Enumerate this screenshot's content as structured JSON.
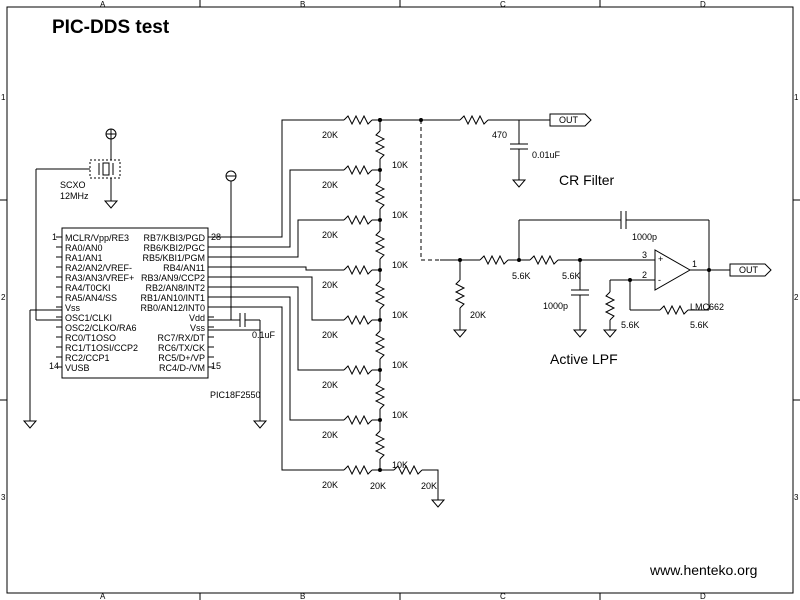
{
  "title": "PIC-DDS test",
  "credit": "www.henteko.org",
  "frame": {
    "cols": [
      "A",
      "B",
      "C",
      "D"
    ],
    "rows": [
      "1",
      "2",
      "3"
    ]
  },
  "mcu": {
    "part": "PIC18F2550",
    "pin1": "1",
    "pin28": "28",
    "pin14": "14",
    "pin15": "15",
    "left_pins": [
      "MCLR/Vpp/RE3",
      "RA0/AN0",
      "RA1/AN1",
      "RA2/AN2/VREF-",
      "RA3/AN3/VREF+",
      "RA4/T0CKI",
      "RA5/AN4/SS",
      "Vss",
      "OSC1/CLKI",
      "OSC2/CLKO/RA6",
      "RC0/T1OSO",
      "RC1/T1OSI/CCP2",
      "RC2/CCP1",
      "VUSB"
    ],
    "right_pins": [
      "RB7/KBI3/PGD",
      "RB6/KBI2/PGC",
      "RB5/KBI1/PGM",
      "RB4/AN11",
      "RB3/AN9/CCP2",
      "RB2/AN8/INT2",
      "RB1/AN10/INT1",
      "RB0/AN12/INT0",
      "Vdd",
      "Vss",
      "RC7/RX/DT",
      "RC6/TX/CK",
      "RC5/D+/VP",
      "RC4/D-/VM"
    ]
  },
  "crystal": {
    "name": "SCXO",
    "freq": "12MHz"
  },
  "decoupling_cap": "0.1uF",
  "ladder": {
    "two_r": [
      "20K",
      "20K",
      "20K",
      "20K",
      "20K",
      "20K",
      "20K",
      "20K"
    ],
    "r": [
      "10K",
      "10K",
      "10K",
      "10K",
      "10K",
      "10K",
      "10K"
    ],
    "bottom_r": "20K",
    "term_r": "20K"
  },
  "cr_filter": {
    "label": "CR Filter",
    "r": "470",
    "c": "0.01uF",
    "out": "OUT"
  },
  "lpf": {
    "label": "Active LPF",
    "r_in": "5.6K",
    "r_mid": "5.6K",
    "c_fb": "1000p",
    "c_gnd": "1000p",
    "r_load": "20K",
    "r_gain_gnd": "5.6K",
    "r_gain_fb": "5.6K",
    "opamp": "LMC662",
    "pin_plus": "3",
    "pin_minus": "2",
    "pin_out": "1",
    "sign_plus": "+",
    "sign_minus": "-",
    "out": "OUT"
  }
}
